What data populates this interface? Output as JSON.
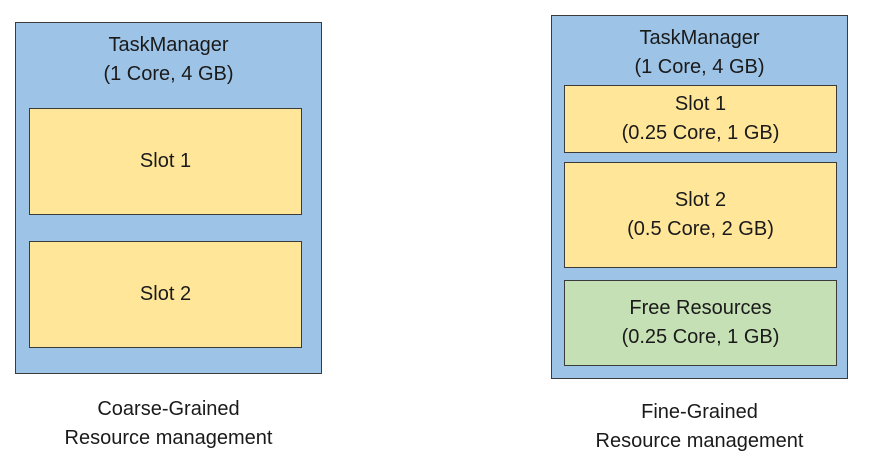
{
  "coarse": {
    "taskmanager": {
      "name": "TaskManager",
      "resources": "(1 Core, 4 GB)"
    },
    "slots": [
      {
        "label": "Slot 1"
      },
      {
        "label": "Slot 2"
      }
    ],
    "caption": [
      "Coarse-Grained",
      "Resource management"
    ]
  },
  "fine": {
    "taskmanager": {
      "name": "TaskManager",
      "resources": "(1 Core, 4 GB)"
    },
    "slots": [
      {
        "label": "Slot 1",
        "resources": "(0.25 Core, 1 GB)"
      },
      {
        "label": "Slot 2",
        "resources": "(0.5 Core, 2 GB)"
      }
    ],
    "free": {
      "label": "Free Resources",
      "resources": "(0.25 Core, 1 GB)"
    },
    "caption": [
      "Fine-Grained",
      "Resource management"
    ]
  },
  "colors": {
    "taskmanager_fill": "#9dc3e6",
    "slot_fill": "#ffe699",
    "free_fill": "#c5e0b4",
    "border": "#3b3b3b"
  }
}
